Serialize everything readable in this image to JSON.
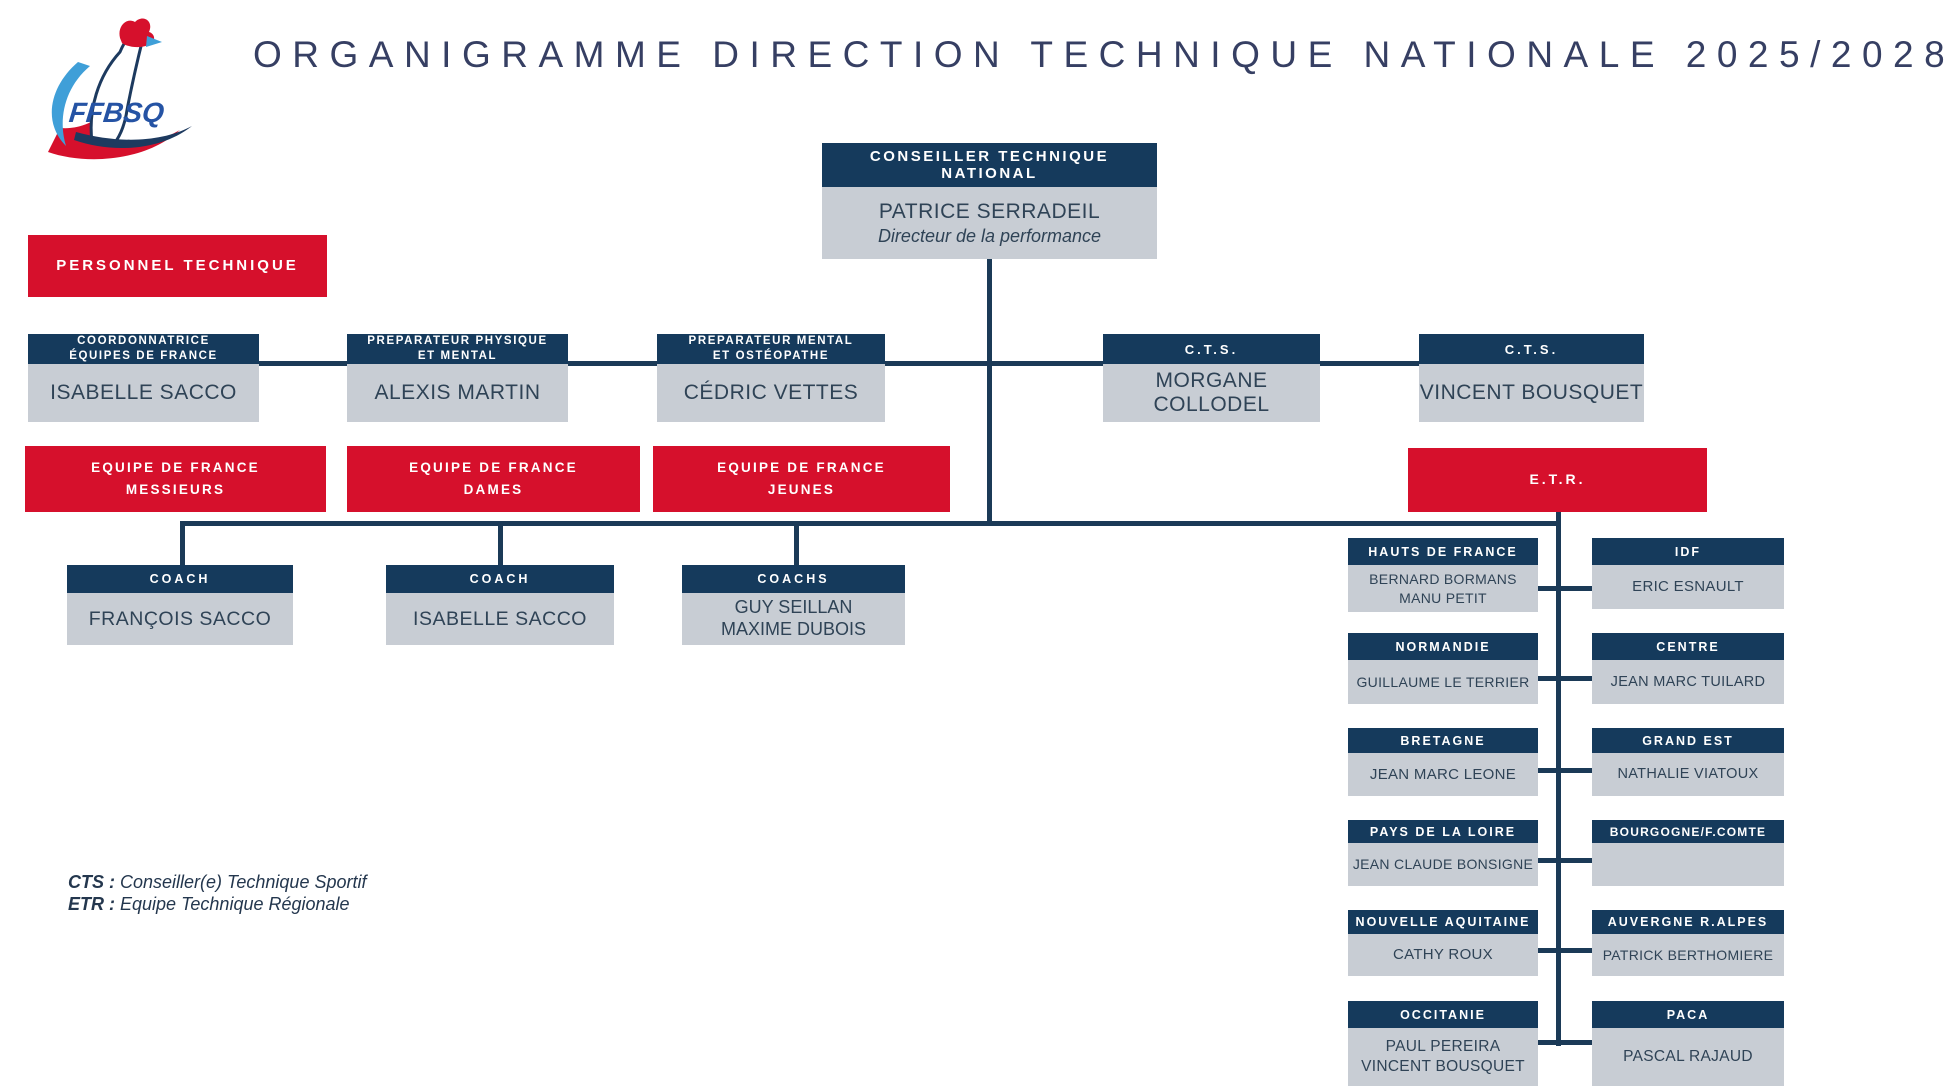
{
  "title": "ORGANIGRAMME DIRECTION TECHNIQUE NATIONALE 2025/2028",
  "logo": {
    "text": "FFBSQ"
  },
  "colors": {
    "navy": "#153a5c",
    "gray": "#c8cdd4",
    "red": "#d6102c",
    "title": "#363f63"
  },
  "root_box": {
    "header": "CONSEILLER TECHNIQUE NATIONAL",
    "name": "PATRICE SERRADEIL",
    "role": "Directeur de la performance"
  },
  "red_labels": {
    "personnel": "PERSONNEL TECHNIQUE",
    "messieurs_l1": "EQUIPE DE FRANCE",
    "messieurs_l2": "MESSIEURS",
    "dames_l1": "EQUIPE DE FRANCE",
    "dames_l2": "DAMES",
    "jeunes_l1": "EQUIPE DE FRANCE",
    "jeunes_l2": "JEUNES",
    "etr": "E.T.R."
  },
  "staff_row": [
    {
      "header_l1": "COORDONNATRICE",
      "header_l2": "ÉQUIPES DE FRANCE",
      "name": "ISABELLE SACCO"
    },
    {
      "header_l1": "PREPARATEUR PHYSIQUE",
      "header_l2": "ET MENTAL",
      "name": "ALEXIS MARTIN"
    },
    {
      "header_l1": "PREPARATEUR MENTAL",
      "header_l2": "ET OSTÉOPATHE",
      "name": "CÉDRIC VETTES"
    },
    {
      "header_l1": "C.T.S.",
      "name": "MORGANE COLLODEL"
    },
    {
      "header_l1": "C.T.S.",
      "name": "VINCENT BOUSQUET"
    }
  ],
  "coach_row": [
    {
      "header": "COACH",
      "name": "FRANÇOIS SACCO"
    },
    {
      "header": "COACH",
      "name": "ISABELLE SACCO"
    },
    {
      "header": "COACHS",
      "name_l1": "GUY SEILLAN",
      "name_l2": "MAXIME DUBOIS"
    }
  ],
  "regions": {
    "left": [
      {
        "header": "HAUTS DE FRANCE",
        "name_l1": "BERNARD BORMANS",
        "name_l2": "MANU PETIT"
      },
      {
        "header": "NORMANDIE",
        "name_l1": "GUILLAUME LE TERRIER"
      },
      {
        "header": "BRETAGNE",
        "name_l1": "JEAN MARC LEONE"
      },
      {
        "header": "PAYS DE LA LOIRE",
        "name_l1": "JEAN CLAUDE BONSIGNE"
      },
      {
        "header": "NOUVELLE AQUITAINE",
        "name_l1": "CATHY ROUX"
      },
      {
        "header": "OCCITANIE",
        "name_l1": "PAUL PEREIRA",
        "name_l2": "VINCENT BOUSQUET"
      }
    ],
    "right": [
      {
        "header": "IDF",
        "name_l1": "ERIC ESNAULT"
      },
      {
        "header": "CENTRE",
        "name_l1": "JEAN MARC TUILARD"
      },
      {
        "header": "GRAND EST",
        "name_l1": "NATHALIE VIATOUX"
      },
      {
        "header": "BOURGOGNE/F.COMTE",
        "name_l1": ""
      },
      {
        "header": "AUVERGNE R.ALPES",
        "name_l1": "PATRICK BERTHOMIERE"
      },
      {
        "header": "PACA",
        "name_l1": "PASCAL RAJAUD"
      }
    ]
  },
  "legend": [
    {
      "abbr": "CTS :",
      "text": "Conseiller(e) Technique Sportif"
    },
    {
      "abbr": "ETR :",
      "text": "Equipe Technique Régionale"
    }
  ]
}
